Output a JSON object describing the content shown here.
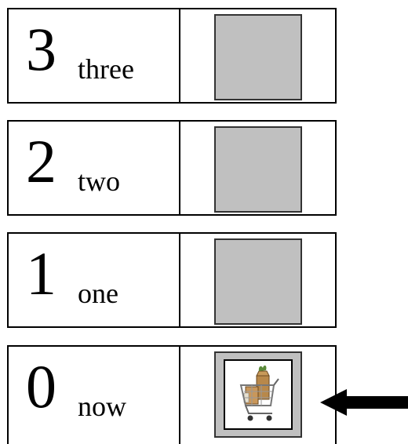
{
  "rows": [
    {
      "number": "3",
      "word": "three",
      "card": "blank"
    },
    {
      "number": "2",
      "word": "two",
      "card": "blank"
    },
    {
      "number": "1",
      "word": "one",
      "card": "blank"
    },
    {
      "number": "0",
      "word": "now",
      "card": "shopping-cart-photo"
    }
  ],
  "arrow": {
    "icon": "left-arrow-icon",
    "color": "#000000"
  },
  "colors": {
    "card_fill": "#c0c0c0",
    "border": "#000000"
  }
}
